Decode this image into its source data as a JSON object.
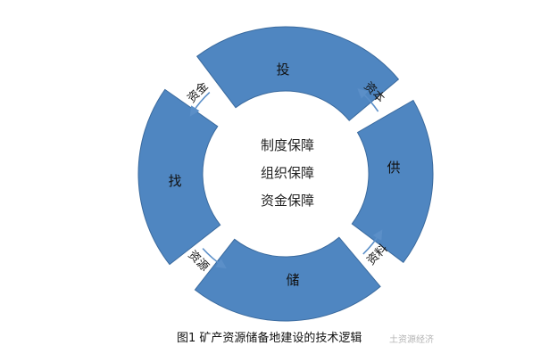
{
  "segments": {
    "top": "投",
    "right": "供",
    "bottom": "储",
    "left": "找"
  },
  "arrows": {
    "top_left": "资金",
    "top_right": "资本",
    "bottom_right": "资料",
    "bottom_left": "资源"
  },
  "center": {
    "line1": "制度保障",
    "line2": "组织保障",
    "line3": "资金保障"
  },
  "caption": "图1  矿产资源储备地建设的技术逻辑",
  "watermark": "土资源经济",
  "colors": {
    "segment_fill": "#4f86c1",
    "arrow": "#5b8fc8"
  }
}
